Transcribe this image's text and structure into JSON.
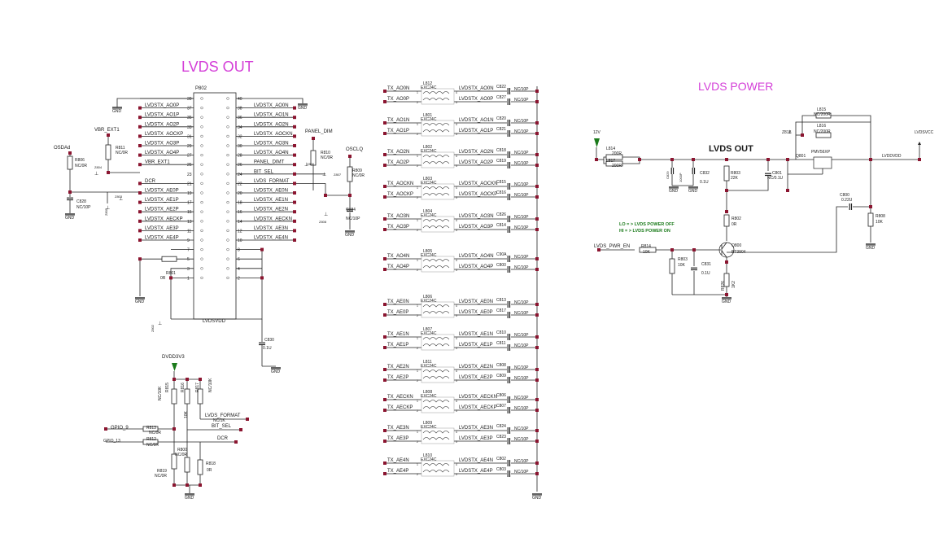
{
  "titles": {
    "lvds_out": "LVDS OUT",
    "lvds_power": "LVDS POWER",
    "lvds_out_sub": "LVDS OUT"
  },
  "connector": {
    "ref": "P802",
    "net_bottom": "LVDSVDD",
    "pins_left": [
      "39",
      "37",
      "35",
      "33",
      "31",
      "29",
      "27",
      "25",
      "23",
      "21",
      "19",
      "17",
      "15",
      "13",
      "11",
      "9",
      "7",
      "5",
      "3",
      "1"
    ],
    "pins_right": [
      "40",
      "38",
      "36",
      "34",
      "32",
      "30",
      "28",
      "26",
      "24",
      "22",
      "20",
      "18",
      "16",
      "14",
      "12",
      "10",
      "8",
      "6",
      "4",
      "2"
    ],
    "left_nets": [
      "",
      "LVDSTX_AO0P",
      "LVDSTX_AO1P",
      "LVDSTX_AO2P",
      "LVDSTX_AOCKP",
      "LVDSTX_AO3P",
      "LVDSTX_AO4P",
      "VBR_EXT1",
      "",
      "DCR",
      "LVDSTX_AE0P",
      "LVDSTX_AE1P",
      "LVDSTX_AE2P",
      "LVDSTX_AECKP",
      "LVDSTX_AE3P",
      "LVDSTX_AE4P",
      "",
      "",
      "",
      ""
    ],
    "right_nets": [
      "",
      "LVDSTX_AO0N",
      "LVDSTX_AO1N",
      "LVDSTX_AO2N",
      "LVDSTX_AOCKN",
      "LVDSTX_AO3N",
      "LVDSTX_AO4N",
      "PANEL_DIMT",
      "BIT_SEL",
      "LVDS_FORMAT",
      "LVDSTX_AE0N",
      "LVDSTX_AE1N",
      "LVDSTX_AE2N",
      "LVDSTX_AECKN",
      "LVDSTX_AE3N",
      "LVDSTX_AE4N",
      "",
      "",
      "",
      ""
    ]
  },
  "left_parts": {
    "osdad": "OSDAd",
    "r806": "R806",
    "r806_val": "NC/0R",
    "c828": "C828",
    "c828_val": "NC/10P",
    "vbr_ext1": "VBR_EXT1",
    "r811": "R811",
    "r811_val": "NC/0R",
    "z804": "Z804",
    "z803": "Z803",
    "z805": "Z805",
    "r801": "R801",
    "r801_val": "0R",
    "gnd": "GND",
    "z802": "Z802",
    "c830": "C830",
    "c830_val": "0.1U"
  },
  "panel_parts": {
    "panel_dim": "PANEL_DIM",
    "r810": "R810",
    "r810_val": "NC/0R",
    "z806": "Z806",
    "osclq": "OSCLQ",
    "r809": "R809",
    "r809_val": "NC/0R",
    "z807": "Z807",
    "z808": "Z808",
    "c834": "C834",
    "c834_val": "NC/10P"
  },
  "bottom_block": {
    "dvdd": "DVDD3V3",
    "r815": "R815",
    "r815_val": "NC/10K",
    "r816": "R816",
    "r816_val": "10K",
    "r817": "R817",
    "r817_val": "NC/10K",
    "r817b_val": "NC/1K",
    "lvds_format": "LVDS_FORMAT",
    "bit_sel": "BIT_SEL",
    "gpio_9": "GPIO_9",
    "gpio_13": "GPIO_13",
    "r813": "R813",
    "r813_val": "NC/0R",
    "r812": "R812",
    "r812_val": "NC/0R",
    "dcr": "DCR",
    "r800": "R800",
    "r800_val": "NC/0R",
    "r819": "R819",
    "r819_val": "NC/0R",
    "r818": "R818",
    "r818_val": "0R",
    "gnd": "GND"
  },
  "ferrites": [
    {
      "ref": "L812",
      "part": "EXC24C",
      "in_n": "TX_AO0N",
      "in_p": "TX_AO0P",
      "out_n": "LVDSTX_AO0N",
      "out_p": "LVDSTX_AO0P",
      "c_n": "C822",
      "c_p": "C827",
      "cap": "NC/10P"
    },
    {
      "ref": "L801",
      "part": "EXC24C",
      "in_n": "TX_AO1N",
      "in_p": "TX_AO1P",
      "out_n": "LVDSTX_AO1N",
      "out_p": "LVDSTX_AO1P",
      "c_n": "C820",
      "c_p": "C821",
      "cap": "NC/10P"
    },
    {
      "ref": "L802",
      "part": "EXC24C",
      "in_n": "TX_AO2N",
      "in_p": "TX_AO2P",
      "out_n": "LVDSTX_AO2N",
      "out_p": "LVDSTX_AO2P",
      "c_n": "C818",
      "c_p": "C819",
      "cap": "NC/10P"
    },
    {
      "ref": "L803",
      "part": "EXC24C",
      "in_n": "TX_AOCKN",
      "in_p": "TX_AOCKP",
      "out_n": "LVDSTX_AOCKN",
      "out_p": "LVDSTX_AOCKP",
      "c_n": "C815",
      "c_p": "C816",
      "cap": "NC/10P"
    },
    {
      "ref": "L804",
      "part": "EXC24C",
      "in_n": "TX_AO3N",
      "in_p": "TX_AO3P",
      "out_n": "LVDSTX_AO3N",
      "out_p": "LVDSTX_AO3P",
      "c_n": "C826",
      "c_p": "C814",
      "cap": "NC/10P"
    },
    {
      "ref": "L805",
      "part": "EXC24C",
      "in_n": "TX_AO4N",
      "in_p": "TX_AO4P",
      "out_n": "LVDSTX_AO4N",
      "out_p": "LVDSTX_AO4P",
      "c_n": "C90A",
      "c_p": "C800",
      "cap": "NC/10P"
    },
    {
      "ref": "L806",
      "part": "EXC24C",
      "in_n": "TX_AE0N",
      "in_p": "TX_AE0P",
      "out_n": "LVDSTX_AE0N",
      "out_p": "LVDSTX_AE0P",
      "c_n": "C813",
      "c_p": "C817",
      "cap": "NC/10P"
    },
    {
      "ref": "L807",
      "part": "EXC24C",
      "in_n": "TX_AE1N",
      "in_p": "TX_AE1P",
      "out_n": "LVDSTX_AE1N",
      "out_p": "LVDSTX_AE1P",
      "c_n": "C810",
      "c_p": "C811",
      "cap": "NC/10P"
    },
    {
      "ref": "L811",
      "part": "EXC24C",
      "in_n": "TX_AE2N",
      "in_p": "TX_AE2P",
      "out_n": "LVDSTX_AE2N",
      "out_p": "LVDSTX_AE2P",
      "c_n": "C808",
      "c_p": "C809",
      "cap": "NC/10P"
    },
    {
      "ref": "L808",
      "part": "EXC24C",
      "in_n": "TX_AECKN",
      "in_p": "TX_AECKP",
      "out_n": "LVDSTX_AECKN",
      "out_p": "LVDSTX_AECKP",
      "c_n": "C806",
      "c_p": "C807",
      "cap": "NC/10P"
    },
    {
      "ref": "L809",
      "part": "EXC24C",
      "in_n": "TX_AE3N",
      "in_p": "TX_AE3P",
      "out_n": "LVDSTX_AE3N",
      "out_p": "LVDSTX_AE3P",
      "c_n": "C824",
      "c_p": "C823",
      "cap": "NC/10P"
    },
    {
      "ref": "L810",
      "part": "EXC24C",
      "in_n": "TX_AE4N",
      "in_p": "TX_AE4P",
      "out_n": "LVDSTX_AE4N",
      "out_p": "LVDSTX_AE4P",
      "c_n": "C802",
      "c_p": "C803",
      "cap": "NC/10P"
    }
  ],
  "power": {
    "v12": "12V",
    "l814": "L814",
    "l814_val": "200R",
    "l817": "L817",
    "l817_val": "200R",
    "c828b": "C829",
    "c828b_val": "1000P",
    "c832": "C832",
    "c832_val": "0.1U",
    "r803": "R803",
    "r803_val": "22K",
    "c801": "C801",
    "c801_val": "NC/0.1U",
    "l815": "L815",
    "l815_val": "NC/200R",
    "l816": "L816",
    "l816_val": "NC/200R",
    "z818": "Z818",
    "q801": "Q801",
    "pmv": "PMV56XP",
    "lvddvdd": "LVDDVDD",
    "lvdsvcc": "LVDSVCC",
    "c800": "C800",
    "c800_val": "0.22U",
    "r808": "R808",
    "r808_val": "10K",
    "r802": "R802",
    "r802_val": "0R",
    "note1": "LO = > LVDS  POWER OFF",
    "note2": "HI = > LVDS  POWER ON",
    "pwr_en": "LVDS_PWR_EN",
    "r814": "R814",
    "r814_val": "10K",
    "r803b": "R803",
    "r803b_val": "10K",
    "c831": "C831",
    "c831_val": "0.1U",
    "q800": "Q800",
    "bt3904": "BT3904",
    "r826": "R826",
    "r826_val": "1K2",
    "gnd": "GND"
  },
  "colors": {
    "wire": "#222222",
    "node": "#8b1530",
    "title": "#d43fd8",
    "note": "#1a7a1a",
    "power_arrow": "#1a7a1a"
  }
}
